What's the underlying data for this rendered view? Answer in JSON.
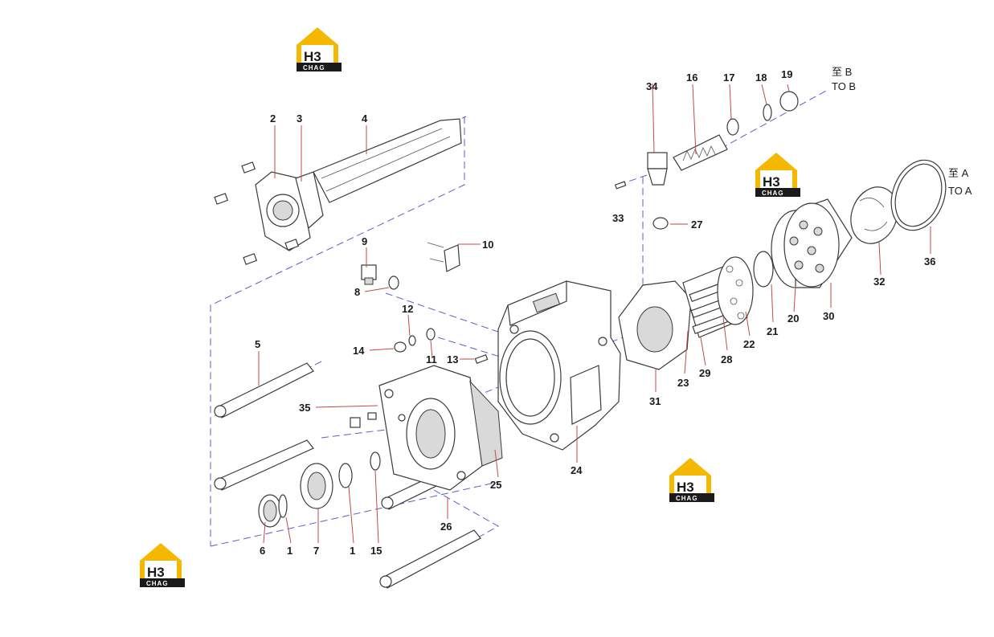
{
  "logo": {
    "main": "H3",
    "sub": "CHAG",
    "color_yellow": "#f5b800",
    "color_dark": "#1a1a1a"
  },
  "labels": {
    "p1a": "1",
    "p1b": "1",
    "p2": "2",
    "p3": "3",
    "p4": "4",
    "p5": "5",
    "p6": "6",
    "p7": "7",
    "p8": "8",
    "p9": "9",
    "p10": "10",
    "p11": "11",
    "p12": "12",
    "p13": "13",
    "p14": "14",
    "p15": "15",
    "p16": "16",
    "p17": "17",
    "p18": "18",
    "p19": "19",
    "p20": "20",
    "p21": "21",
    "p22": "22",
    "p23": "23",
    "p24": "24",
    "p25": "25",
    "p26": "26",
    "p27": "27",
    "p28": "28",
    "p29": "29",
    "p30": "30",
    "p31": "31",
    "p32": "32",
    "p33": "33",
    "p34": "34",
    "p35": "35",
    "p36": "36"
  },
  "notes": {
    "to_b_cn": "至 B",
    "to_b_en": "TO B",
    "to_a_cn": "至 A",
    "to_a_en": "TO A"
  }
}
